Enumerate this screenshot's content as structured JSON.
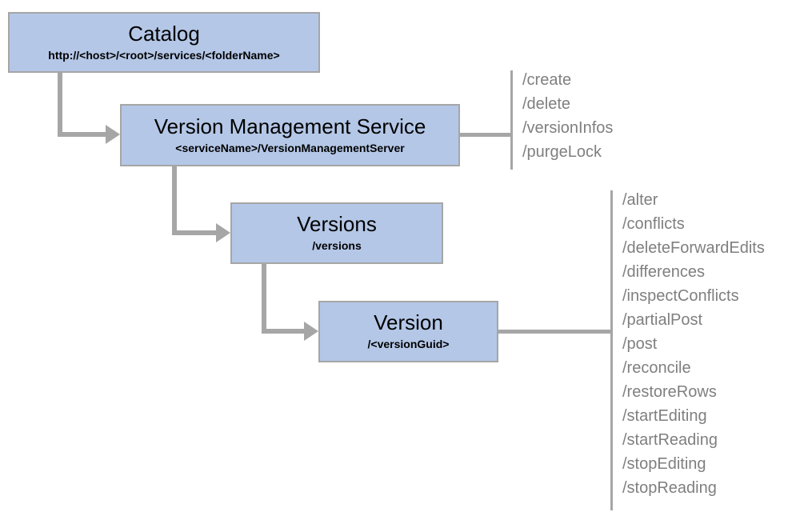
{
  "diagram": {
    "nodes": {
      "catalog": {
        "title": "Catalog",
        "subtitle": "http://<host>/<root>/services/<folderName>"
      },
      "vms": {
        "title": "Version Management Service",
        "subtitle": "<serviceName>/VersionManagementServer"
      },
      "versions": {
        "title": "Versions",
        "subtitle": "/versions"
      },
      "version": {
        "title": "Version",
        "subtitle": "/<versionGuid>"
      }
    },
    "endpoints": {
      "vms": [
        "/create",
        "/delete",
        "/versionInfos",
        "/purgeLock"
      ],
      "version": [
        "/alter",
        "/conflicts",
        "/deleteForwardEdits",
        "/differences",
        "/inspectConflicts",
        "/partialPost",
        "/post",
        "/reconcile",
        "/restoreRows",
        "/startEditing",
        "/startReading",
        "/stopEditing",
        "/stopReading"
      ]
    },
    "colors": {
      "node_fill": "#b4c7e7",
      "node_border": "#a6a6a6",
      "connector": "#a6a6a6",
      "endpoint_text": "#7f7f7f",
      "title_text": "#000000"
    }
  }
}
